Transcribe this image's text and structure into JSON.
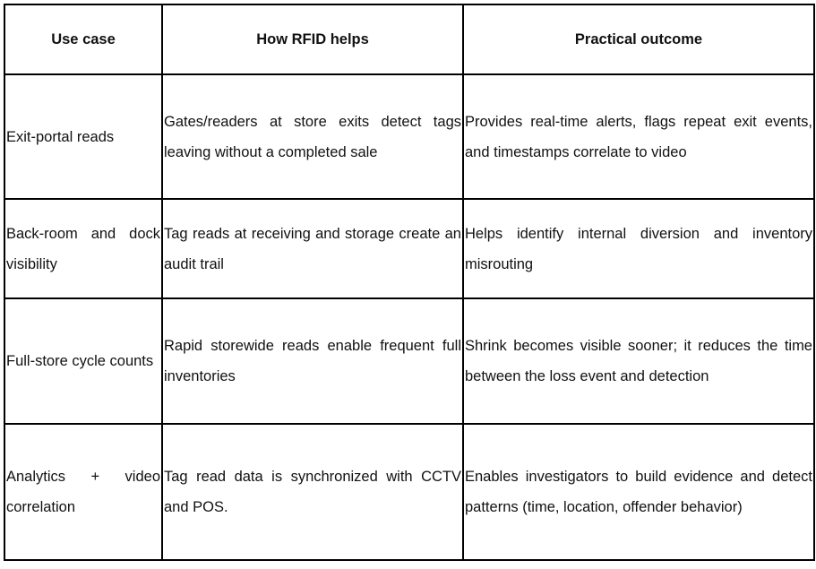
{
  "table": {
    "headers": [
      "Use case",
      "How RFID helps",
      "Practical outcome"
    ],
    "rows": [
      [
        "Exit-portal reads",
        "Gates/readers at store exits detect tags leaving without a completed sale",
        "Provides real-time alerts, flags repeat exit events, and timestamps correlate to video"
      ],
      [
        "Back-room and dock visibility",
        "Tag reads at receiving and storage create an audit trail",
        "Helps identify internal diversion and inventory misrouting"
      ],
      [
        "Full-store cycle counts",
        "Rapid storewide reads enable frequent full inventories",
        "Shrink becomes visible sooner; it reduces the time between the loss event and detection"
      ],
      [
        "Analytics + video correlation",
        "Tag read data is synchronized with CCTV and POS.",
        "Enables investigators to build evidence and detect patterns (time, location, offender behavior)"
      ]
    ]
  }
}
